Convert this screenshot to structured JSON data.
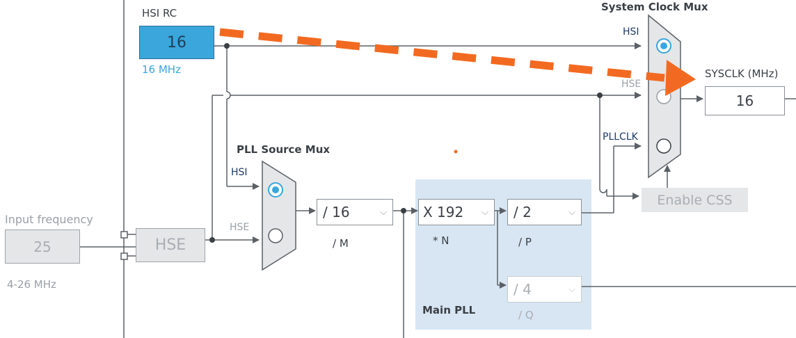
{
  "hsi_rc": {
    "title": "HSI RC",
    "value": "16",
    "freq": "16 MHz"
  },
  "system_clock_mux": {
    "title": "System Clock Mux",
    "hsi_label": "HSI",
    "hse_label": "HSE",
    "pllclk_label": "PLLCLK",
    "selected": "HSI"
  },
  "sysclk": {
    "title": "SYSCLK (MHz)",
    "value": "16"
  },
  "pll_source_mux": {
    "title": "PLL Source Mux",
    "hsi_label": "HSI",
    "hse_label": "HSE",
    "selected": "HSI"
  },
  "input_frequency": {
    "label": "Input frequency",
    "value": "25",
    "range": "4-26 MHz"
  },
  "hse": {
    "label": "HSE"
  },
  "divider_m": {
    "value": "/ 16",
    "label": "/ M"
  },
  "multiplier_n": {
    "value": "X 192",
    "label": "* N"
  },
  "divider_p": {
    "value": "/ 2",
    "label": "/ P"
  },
  "divider_q": {
    "value": "/ 4",
    "label": "/ Q"
  },
  "main_pll": {
    "label": "Main PLL"
  },
  "enable_css": {
    "label": "Enable CSS"
  },
  "colors": {
    "accent": "#3aa6db",
    "annotation": "#f26a21",
    "navy": "#1c3a66",
    "disabled": "#a9aeb3",
    "pll_bg": "#d8e6f3"
  },
  "icons": {
    "dropdown": "chevron-down-icon",
    "radio_selected": "radio-selected-icon",
    "radio_empty": "radio-empty-icon"
  }
}
